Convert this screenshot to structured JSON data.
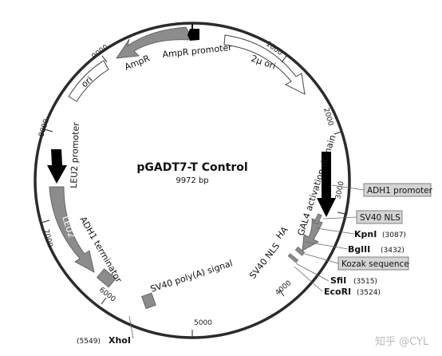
{
  "plasmid": {
    "name": "pGADT7-T Control",
    "size_label": "9972 bp"
  },
  "ticks": [
    "1000",
    "2000",
    "3000",
    "4000",
    "5000",
    "6000",
    "7000",
    "8000",
    "9000"
  ],
  "features": {
    "ampr_promoter": "AmpR promoter",
    "ampr": "AmpR",
    "two_micron_ori": "2μ ori",
    "ori": "ori",
    "leu2_promoter": "LEU2 promoter",
    "leu2": "LEU2",
    "adh1_terminator": "ADH1 terminator",
    "sv40_polya": "SV40 poly(A) signal",
    "gal4_ad": "GAL4 activation domain",
    "ha": "HA",
    "sv40_nls_inner": "SV40 NLS",
    "adh1_promoter": "ADH1 promoter",
    "sv40_nls_box": "SV40 NLS",
    "kozak": "Kozak sequence"
  },
  "sites": [
    {
      "name": "KpnI",
      "position": "(3087)"
    },
    {
      "name": "BglII",
      "position": "(3432)"
    },
    {
      "name": "SfiI",
      "position": "(3515)"
    },
    {
      "name": "EcoRI",
      "position": "(3524)"
    },
    {
      "name": "XhoI",
      "position": "(5549)"
    }
  ],
  "watermark": "知乎 @CYL",
  "colors": {
    "backbone": "#2b2b2b",
    "feature_gray": "#8c8c8c",
    "promoter_black": "#000000",
    "box_fill": "#d4d4d4"
  }
}
